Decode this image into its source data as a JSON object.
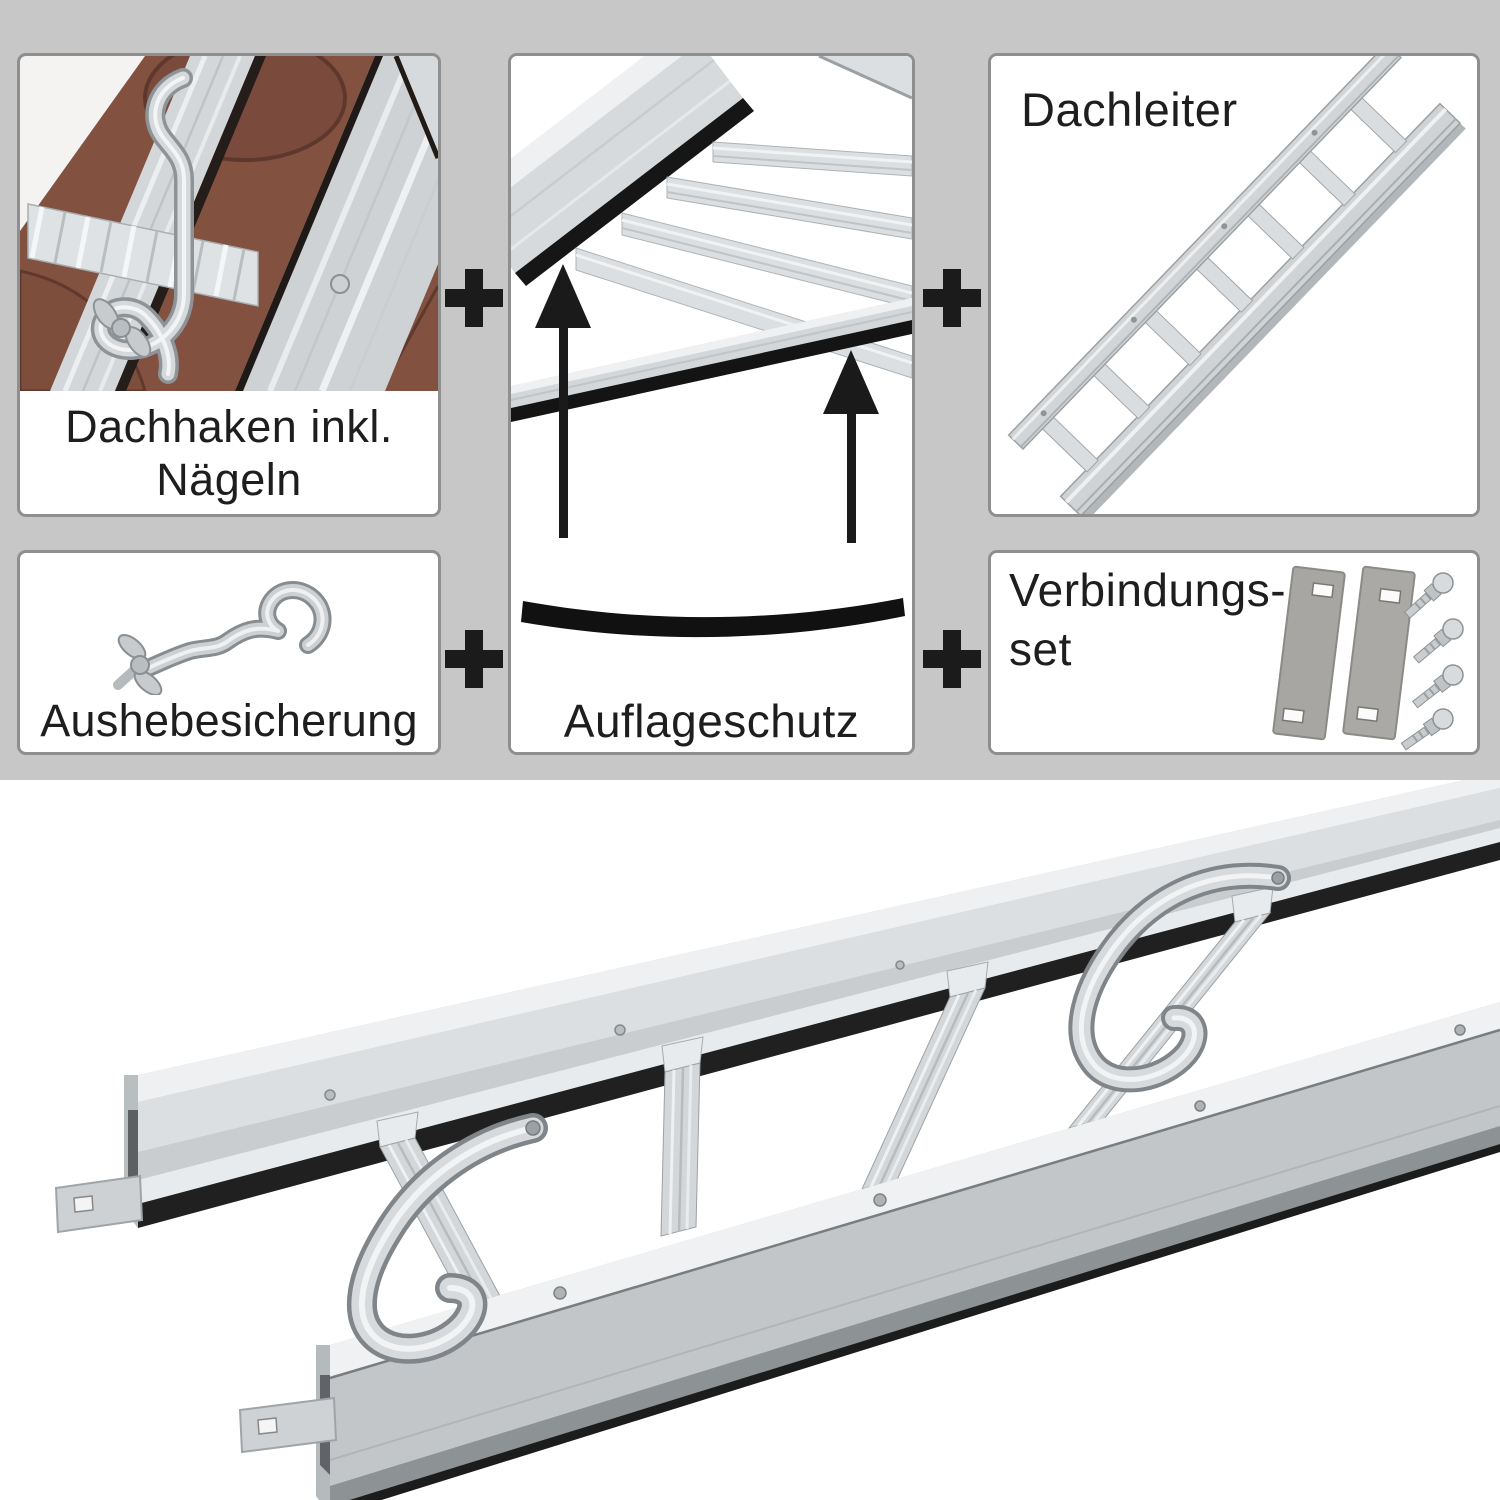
{
  "product": {
    "panels": {
      "dachhaken": {
        "caption_line1": "Dachhaken inkl.",
        "caption_line2": "Nägeln"
      },
      "auflageschutz": {
        "caption": "Auflageschutz"
      },
      "dachleiter": {
        "caption": "Dachleiter"
      },
      "aushebesicherung": {
        "caption": "Aushebesicherung"
      },
      "verbindungsset": {
        "caption_line1": "Verbindungs-",
        "caption_line2": "set"
      }
    },
    "plus_symbol": "+",
    "colors": {
      "band_background": "#c6c7c6",
      "panel_border": "#8f8f8f",
      "caption_text": "#1e1e1e",
      "plus_color": "#1b1b1b",
      "roof_tile_brown": "#82513f",
      "aluminum_light": "#d3d6d8",
      "protection_strip_black": "#141414"
    }
  }
}
